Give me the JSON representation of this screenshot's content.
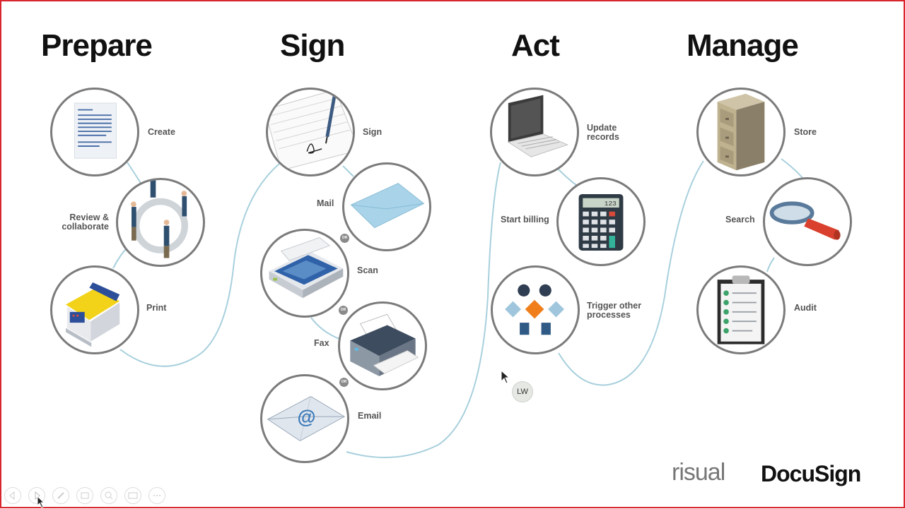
{
  "slide": {
    "frame_color": "#d9262e",
    "connector_color": "#a8d0dd"
  },
  "columns": {
    "prepare": {
      "title": "Prepare",
      "items": {
        "create": "Create",
        "review": "Review &\ncollaborate",
        "print": "Print"
      }
    },
    "sign": {
      "title": "Sign",
      "items": {
        "sign": "Sign",
        "mail": "Mail",
        "scan": "Scan",
        "fax": "Fax",
        "email": "Email"
      },
      "separator": "OR"
    },
    "act": {
      "title": "Act",
      "items": {
        "update": "Update\nrecords",
        "billing": "Start billing",
        "trigger": "Trigger other\nprocesses"
      },
      "calculator_display": "123"
    },
    "manage": {
      "title": "Manage",
      "items": {
        "store": "Store",
        "search": "Search",
        "audit": "Audit"
      }
    }
  },
  "overlay": {
    "avatar_initials": "LW"
  },
  "logos": {
    "risual": "risual",
    "docusign": "DocuSign"
  },
  "toolbar": {
    "icons": [
      "prev-icon",
      "next-icon",
      "pen-icon",
      "slides-icon",
      "zoom-icon",
      "subtitles-icon",
      "more-icon"
    ]
  }
}
